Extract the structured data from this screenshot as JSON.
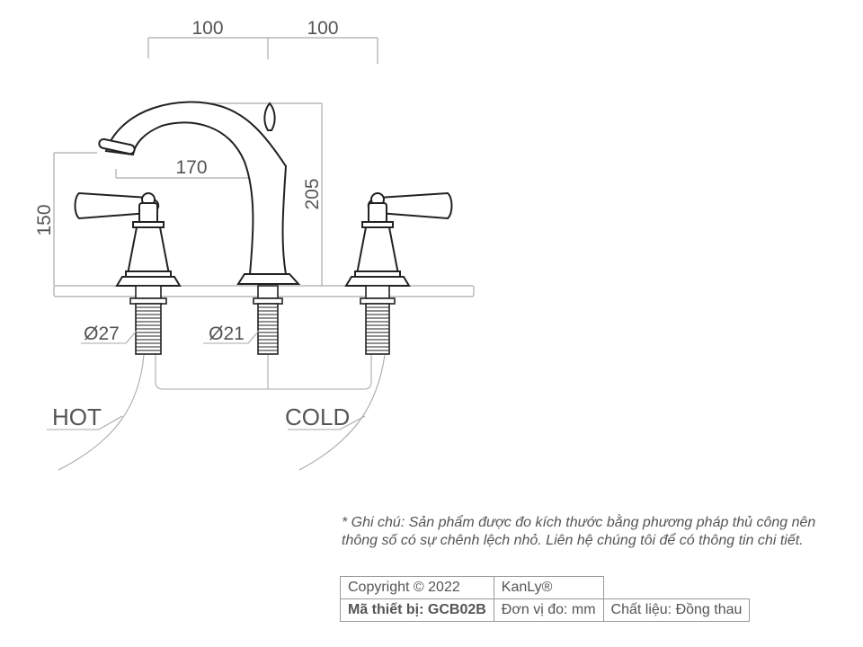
{
  "dimensions": {
    "spacing_left": "100",
    "spacing_right": "100",
    "spout_reach": "170",
    "spout_height": "150",
    "total_height": "205",
    "diameter_handle": "Ø27",
    "diameter_spout": "Ø21"
  },
  "labels": {
    "hot": "HOT",
    "cold": "COLD"
  },
  "note": "* Ghi chú: Sản phẩm được đo kích thước bằng phương pháp thủ công nên thông số có sự chênh lệch nhỏ. Liên hệ chúng tôi để có thông tin chi tiết.",
  "info_table": {
    "copyright": "Copyright © 2022",
    "brand": "KanLy®",
    "model": "Mã thiết bị: GCB02B",
    "unit": "Đơn vị đo: mm",
    "material": "Chất liệu: Đồng thau"
  },
  "colors": {
    "outline": "#222222",
    "dimension_line": "#aaaaaa",
    "text": "#555555"
  }
}
